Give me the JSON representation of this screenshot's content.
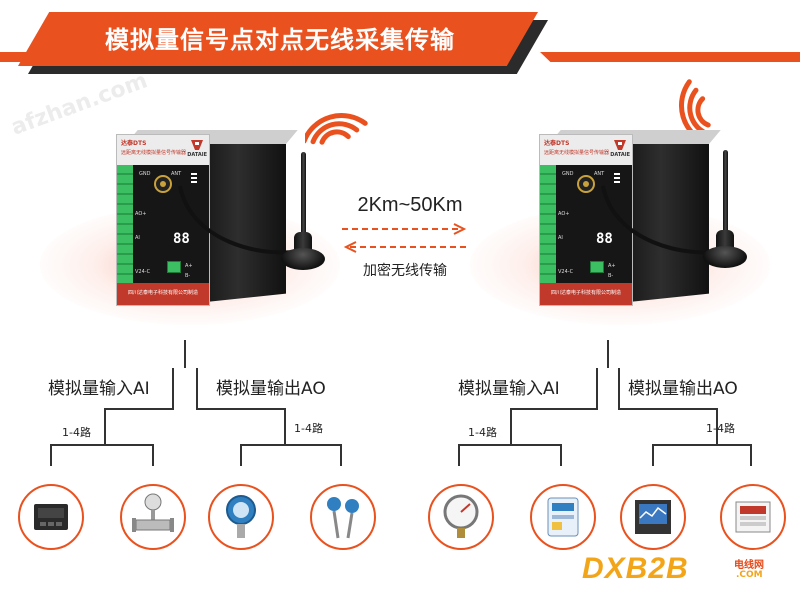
{
  "banner": {
    "title": "模拟量信号点对点无线采集传输"
  },
  "devices": [
    {
      "brand": "达泰DTS",
      "model": "远距离无线模拟量信号传输器",
      "logo_text": "DATAIE",
      "display": "88",
      "labels": {
        "gnd": "GND",
        "ant": "ANT",
        "ao": "AO+",
        "ai": "AI",
        "v24": "V24-C",
        "a": "A+",
        "b": "B-"
      },
      "footer": "四川达泰电子科技有限公司制造"
    },
    {
      "brand": "达泰DTS",
      "model": "远距离无线模拟量信号传输器",
      "logo_text": "DATAIE",
      "display": "88",
      "labels": {
        "gnd": "GND",
        "ant": "ANT",
        "ao": "AO+",
        "ai": "AI",
        "v24": "V24-C",
        "a": "A+",
        "b": "B-"
      },
      "footer": "四川达泰电子科技有限公司制造"
    }
  ],
  "link": {
    "distance": "2Km~50Km",
    "encryption": "加密无线传输"
  },
  "groups": [
    {
      "label": "模拟量输入AI",
      "route": "1-4路",
      "instruments": [
        "power-meter-icon",
        "vortex-flowmeter-icon"
      ]
    },
    {
      "label": "模拟量输出AO",
      "route": "1-4路",
      "instruments": [
        "pressure-transmitter-icon",
        "temperature-sensor-icon"
      ]
    },
    {
      "label": "模拟量输入AI",
      "route": "1-4路",
      "instruments": [
        "pressure-gauge-icon",
        "electric-meter-icon"
      ]
    },
    {
      "label": "模拟量输出AO",
      "route": "1-4路",
      "instruments": [
        "paperless-recorder-icon",
        "digital-panel-meter-icon"
      ]
    }
  ],
  "watermark": {
    "main": "DXB2B",
    "cn": "电线网",
    "com": ".COM",
    "faint": "afzhan.com"
  },
  "colors": {
    "accent": "#e9521f",
    "terminal": "#3cbf62",
    "device_body": "#161616",
    "watermark": "#f3a51a"
  }
}
